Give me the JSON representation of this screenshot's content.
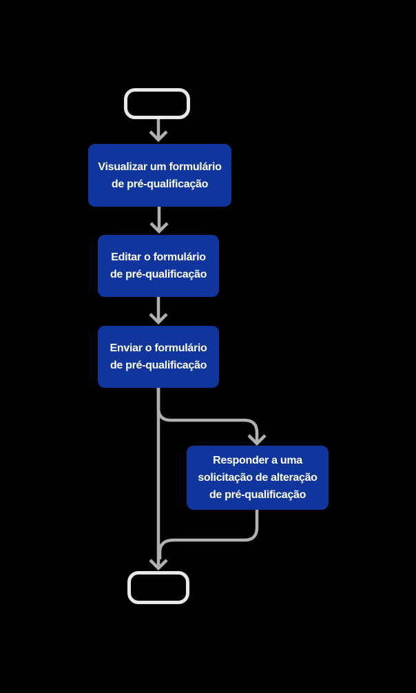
{
  "colors": {
    "background": "#000000",
    "node_fill": "#10369e",
    "node_text": "#ffffff",
    "edge": "#b1b1b1",
    "terminal_border": "#e9e9e9"
  },
  "flowchart": {
    "type": "flowchart",
    "direction": "top-down",
    "start": {
      "id": "start",
      "shape": "rounded-terminal",
      "label": ""
    },
    "steps": [
      {
        "id": "view-form",
        "shape": "process",
        "label": "Visualizar um formulário\nde pré-qualificação"
      },
      {
        "id": "edit-form",
        "shape": "process",
        "label": "Editar o formulário\nde pré-qualificação"
      },
      {
        "id": "submit-form",
        "shape": "process",
        "label": "Enviar o formulário\nde pré-qualificação"
      },
      {
        "id": "respond-change-request",
        "shape": "process",
        "label": "Responder a uma\nsolicitação de alteração\nde pré-qualificação"
      }
    ],
    "end": {
      "id": "end",
      "shape": "rounded-terminal",
      "label": ""
    },
    "edges": [
      {
        "from": "start",
        "to": "view-form"
      },
      {
        "from": "view-form",
        "to": "edit-form"
      },
      {
        "from": "edit-form",
        "to": "submit-form"
      },
      {
        "from": "submit-form",
        "to": "respond-change-request"
      },
      {
        "from": "submit-form",
        "to": "end"
      },
      {
        "from": "respond-change-request",
        "to": "end"
      }
    ]
  }
}
